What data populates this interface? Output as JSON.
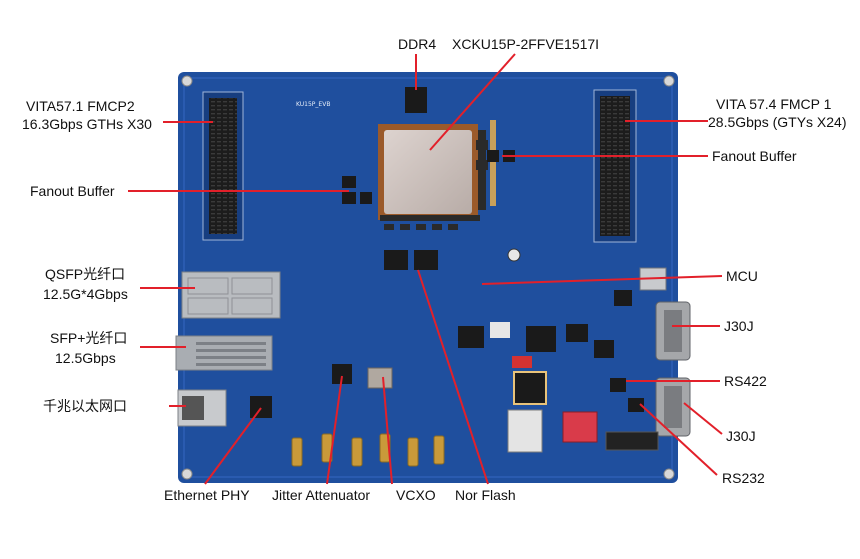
{
  "board": {
    "silkscreen": "KU15P_EVB",
    "colors": {
      "pcb": "#1f4f9e",
      "pcb_dark": "#173e80",
      "leader": "#e2202a",
      "chip": "#c8bcb6",
      "connector": "#1c1c1c",
      "gold": "#c99a3a",
      "metal": "#b9bcc0"
    }
  },
  "labels": {
    "ddr4": "DDR4",
    "fpga": "XCKU15P-2FFVE1517I",
    "fmcp2_line1": "VITA57.1  FMCP2",
    "fmcp2_line2": "16.3Gbps GTHs X30",
    "fmcp1_line1": "VITA 57.4 FMCP 1",
    "fmcp1_line2": "28.5Gbps (GTYs X24)",
    "fanout_left": "Fanout Buffer",
    "fanout_right": "Fanout Buffer",
    "qsfp_line1": "QSFP光纤口",
    "qsfp_line2": "12.5G*4Gbps",
    "sfp_line1": "SFP+光纤口",
    "sfp_line2": "12.5Gbps",
    "ethernet_port": "千兆以太网口",
    "mcu": "MCU",
    "j30j_top": "J30J",
    "rs422": "RS422",
    "j30j_bottom": "J30J",
    "rs232": "RS232",
    "ethernet_phy": "Ethernet PHY",
    "jitter_attenuator": "Jitter Attenuator",
    "vcxo": "VCXO",
    "nor_flash": "Nor Flash"
  }
}
